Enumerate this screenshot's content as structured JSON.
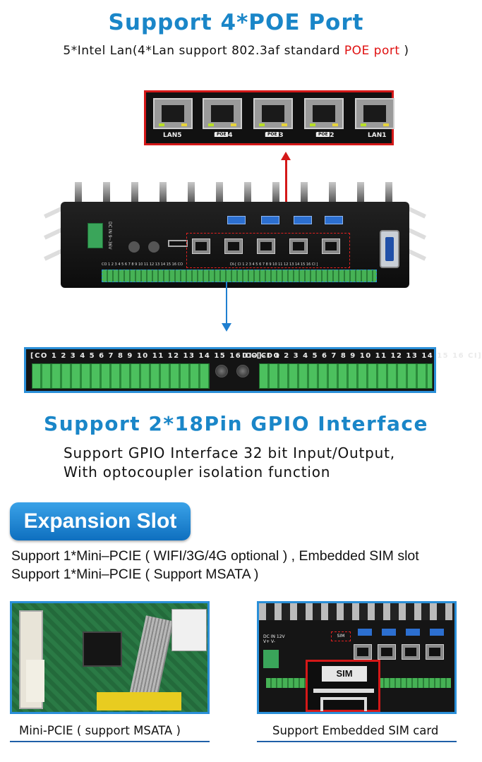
{
  "poe": {
    "title": "Support 4*POE Port",
    "desc_prefix": "5*Intel Lan(4*Lan support 802.3af standard ",
    "desc_highlight": "POE port",
    "desc_suffix": " )",
    "lan_labels": [
      "LAN5",
      "LAN4",
      "LAN3",
      "LAN2",
      "LAN1"
    ],
    "poe_tag": "POE"
  },
  "device": {
    "dc_label": "DC IN 9~36V",
    "gpio_left": "CO 1 2 3 4 5 6 7 8 9 10 11 12 13 14 15 16 CO",
    "gpio_right": "DI-[ CI 1 2 3 4 5 6 7 8 9 10 11 12 13 14 15 16 CI ]"
  },
  "gpio_zoom": {
    "left_text": "[CO 1 2 3 4 5 6 7 8 9 10 11 12 13 14 15 16 CO]-DO",
    "right_text": "DI-[CI 1 2 3 4 5 6 7 8 9 10 11 12 13 14 15 16 CI]"
  },
  "gpio": {
    "title": "Support 2*18Pin GPIO Interface",
    "line1": "Support GPIO Interface 32 bit Input/Output,",
    "line2": "With optocoupler isolation function"
  },
  "expansion": {
    "badge": "Expansion Slot",
    "line1": "Support 1*Mini–PCIE ( WIFI/3G/4G optional ) , Embedded SIM slot",
    "line2": "Support 1*Mini–PCIE ( Support MSATA )"
  },
  "photos": {
    "sim_label": "SIM",
    "sim_small": "SIM",
    "dc_small": "DC IN 12V\nV+ V-",
    "caption_left": "Mini-PCIE ( support MSATA )",
    "caption_right": "Support Embedded SIM card"
  },
  "colors": {
    "accent_blue": "#1a86c8",
    "highlight_red": "#e01010",
    "frame_red": "#d41818",
    "frame_blue": "#2a8fd8"
  }
}
